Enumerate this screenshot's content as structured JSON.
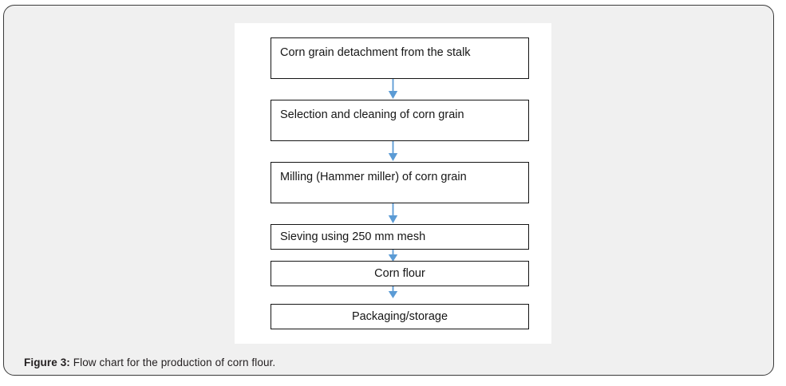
{
  "figure": {
    "caption_label": "Figure 3:",
    "caption_text": " Flow chart for the production of corn flour.",
    "card_background": "#f0f0f0",
    "panel_background": "#ffffff",
    "border_color": "#3a3a3a"
  },
  "chart_data": {
    "type": "diagram",
    "diagram_kind": "flowchart",
    "orientation": "top-to-bottom",
    "title": "Flow chart for the production of corn flour",
    "box_border_color": "#151515",
    "box_fill_color": "#ffffff",
    "arrow_color": "#5b9bd5",
    "nodes": [
      {
        "id": "step-0",
        "label": "Corn grain detachment from the stalk",
        "align": "left",
        "size": "tall"
      },
      {
        "id": "step-1",
        "label": "Selection and cleaning of corn grain",
        "align": "left",
        "size": "tall"
      },
      {
        "id": "step-2",
        "label": "Milling (Hammer miller) of corn grain",
        "align": "left",
        "size": "tall"
      },
      {
        "id": "step-3",
        "label": "Sieving using 250 mm mesh",
        "align": "left",
        "size": "short"
      },
      {
        "id": "step-4",
        "label": "Corn flour",
        "align": "center",
        "size": "short"
      },
      {
        "id": "step-5",
        "label": "Packaging/storage",
        "align": "center",
        "size": "short"
      }
    ],
    "edges": [
      {
        "from": "step-0",
        "to": "step-1",
        "arrow": "down"
      },
      {
        "from": "step-1",
        "to": "step-2",
        "arrow": "down"
      },
      {
        "from": "step-2",
        "to": "step-3",
        "arrow": "down"
      },
      {
        "from": "step-3",
        "to": "step-4",
        "arrow": "down"
      },
      {
        "from": "step-4",
        "to": "step-5",
        "arrow": "down"
      }
    ]
  }
}
